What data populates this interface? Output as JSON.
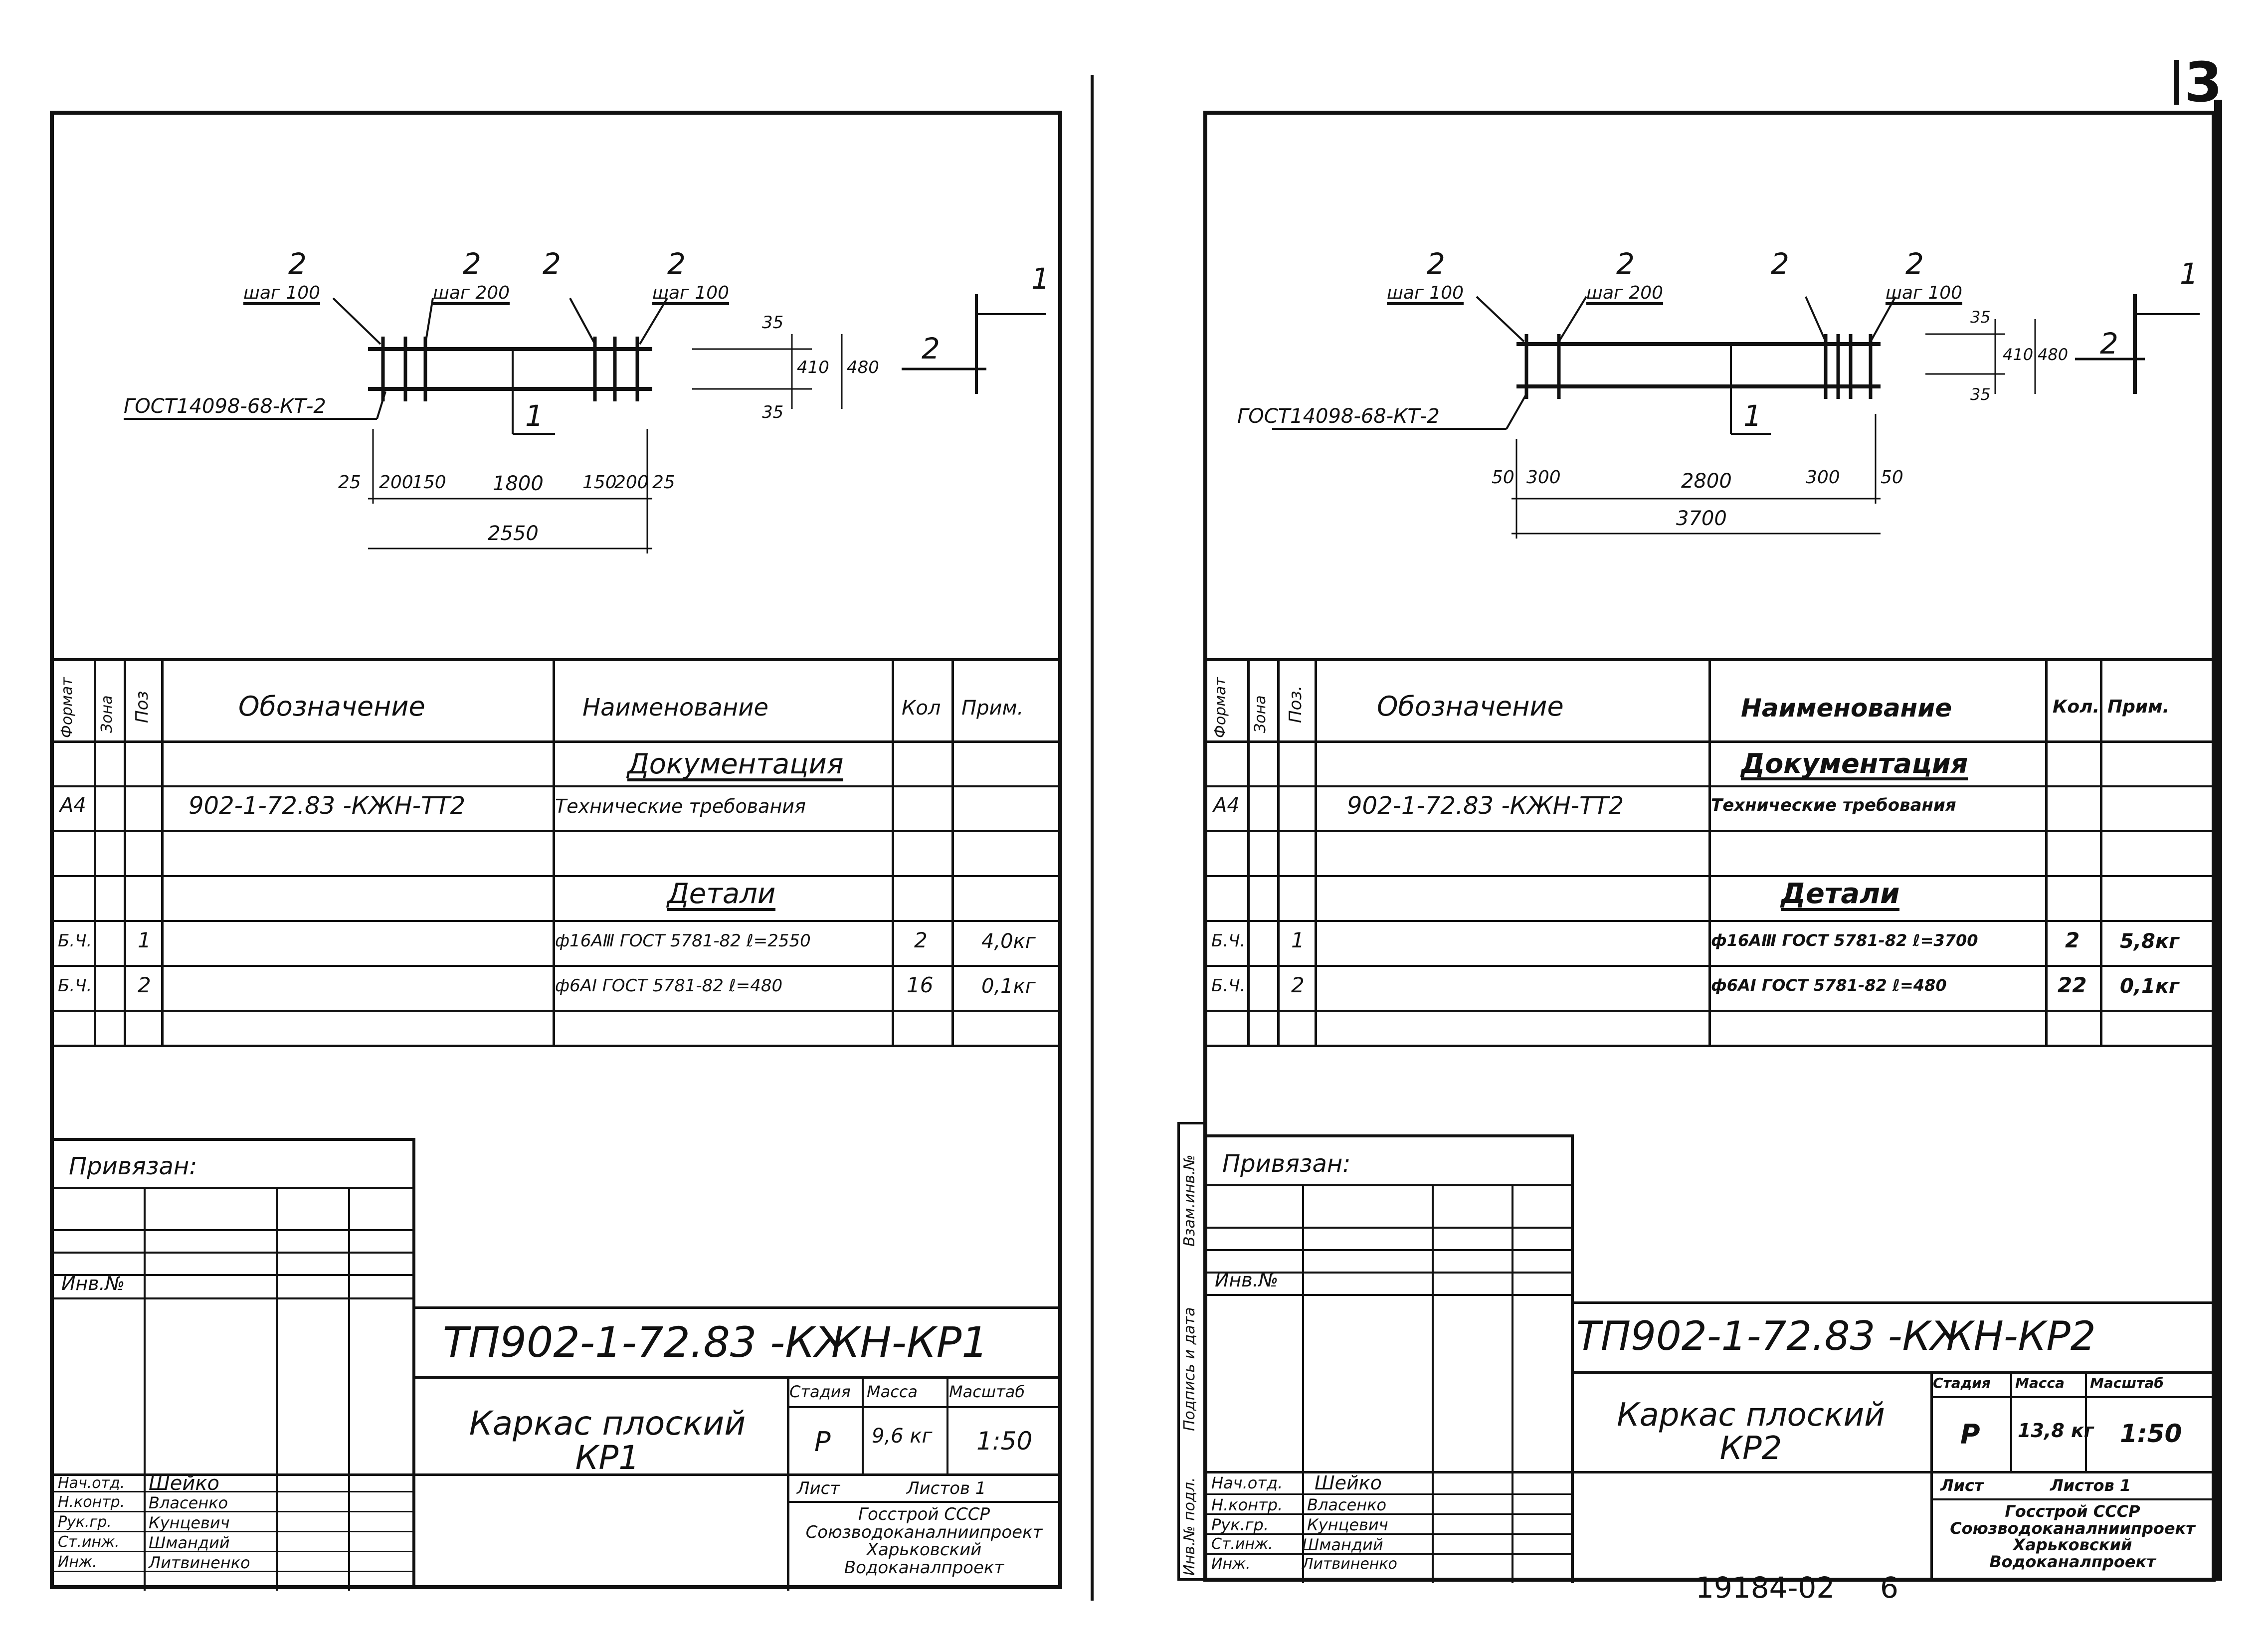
{
  "page_marks": {
    "page_number": "3",
    "bottom_code": "19184-02",
    "bottom_page": "6"
  },
  "sheets": [
    {
      "drawing": {
        "callouts": [
          {
            "pos": "2",
            "note": "шаг 100"
          },
          {
            "pos": "2",
            "note": "шаг 200"
          },
          {
            "pos": "2",
            "note": ""
          },
          {
            "pos": "2",
            "note": "шаг 100"
          }
        ],
        "gost_label": "ГОСТ14098-68-КТ-2",
        "pos_bar": "1",
        "dims_bottom": [
          "25",
          "200",
          "150",
          "1800",
          "150",
          "200",
          "25"
        ],
        "overall": "2550",
        "section_dims": [
          "35",
          "410",
          "35",
          "480"
        ],
        "section_pos": [
          "1",
          "2"
        ]
      },
      "spec": {
        "headers": {
          "format": "Формат",
          "zone": "Зона",
          "pos": "Поз",
          "designation": "Обозначение",
          "name": "Наименование",
          "qty": "Кол",
          "note": "Прим."
        },
        "rows": [
          {
            "format": "",
            "pos": "",
            "designation": "",
            "name": "Документация",
            "qty": "",
            "note": ""
          },
          {
            "format": "А4",
            "pos": "",
            "designation": "902-1-72.83 -КЖН-ТТ2",
            "name": "Технические требования",
            "qty": "",
            "note": ""
          },
          {
            "format": "",
            "pos": "",
            "designation": "",
            "name": "",
            "qty": "",
            "note": ""
          },
          {
            "format": "",
            "pos": "",
            "designation": "",
            "name": "Детали",
            "qty": "",
            "note": ""
          },
          {
            "format": "Б.Ч.",
            "pos": "1",
            "designation": "",
            "name": "ф16АⅢ ГОСТ 5781-82 ℓ=2550",
            "qty": "2",
            "note": "4,0кг"
          },
          {
            "format": "Б.Ч.",
            "pos": "2",
            "designation": "",
            "name": "ф6АI ГОСТ 5781-82 ℓ=480",
            "qty": "16",
            "note": "0,1кг"
          },
          {
            "format": "",
            "pos": "",
            "designation": "",
            "name": "",
            "qty": "",
            "note": ""
          }
        ]
      },
      "binding": {
        "privyazan": "Привязан:",
        "inv_no": "Инв.№"
      },
      "stamp": {
        "code": "ТП902-1-72.83 -КЖН-КР1",
        "title": "Каркас плоский\nКР1",
        "stage_label": "Стадия",
        "mass_label": "Масса",
        "scale_label": "Масштаб",
        "stage": "Р",
        "mass": "9,6 кг",
        "scale": "1:50",
        "sheet_label": "Лист",
        "sheets_label": "Листов 1",
        "org": "Госстрой СССР\nСоюзводоканалниипроект\nХарьковский\nВодоканалпроект",
        "people": [
          {
            "role": "Нач.отд.",
            "name": "Шейко"
          },
          {
            "role": "Н.контр.",
            "name": "Власенко"
          },
          {
            "role": "Рук.гр.",
            "name": "Кунцевич"
          },
          {
            "role": "Ст.инж.",
            "name": "Шмандий"
          },
          {
            "role": "Инж.",
            "name": "Литвиненко"
          }
        ]
      }
    },
    {
      "drawing": {
        "callouts": [
          {
            "pos": "2",
            "note": "шаг 100"
          },
          {
            "pos": "2",
            "note": "шаг 200"
          },
          {
            "pos": "2",
            "note": ""
          },
          {
            "pos": "2",
            "note": "шаг 100"
          }
        ],
        "gost_label": "ГОСТ14098-68-КТ-2",
        "pos_bar": "1",
        "dims_bottom": [
          "50",
          "300",
          "2800",
          "300",
          "50"
        ],
        "overall": "3700",
        "section_dims": [
          "35",
          "410",
          "35",
          "480"
        ],
        "section_pos": [
          "1",
          "2"
        ]
      },
      "spec": {
        "headers": {
          "format": "Формат",
          "zone": "Зона",
          "pos": "Поз.",
          "designation": "Обозначение",
          "name": "Наименование",
          "qty": "Кол.",
          "note": "Прим."
        },
        "rows": [
          {
            "format": "",
            "pos": "",
            "designation": "",
            "name": "Документация",
            "qty": "",
            "note": ""
          },
          {
            "format": "А4",
            "pos": "",
            "designation": "902-1-72.83 -КЖН-ТТ2",
            "name": "Технические требования",
            "qty": "",
            "note": ""
          },
          {
            "format": "",
            "pos": "",
            "designation": "",
            "name": "",
            "qty": "",
            "note": ""
          },
          {
            "format": "",
            "pos": "",
            "designation": "",
            "name": "Детали",
            "qty": "",
            "note": ""
          },
          {
            "format": "Б.Ч.",
            "pos": "1",
            "designation": "",
            "name": "ф16АⅢ ГОСТ 5781-82 ℓ=3700",
            "qty": "2",
            "note": "5,8кг"
          },
          {
            "format": "Б.Ч.",
            "pos": "2",
            "designation": "",
            "name": "ф6АI ГОСТ 5781-82 ℓ=480",
            "qty": "22",
            "note": "0,1кг"
          },
          {
            "format": "",
            "pos": "",
            "designation": "",
            "name": "",
            "qty": "",
            "note": ""
          }
        ]
      },
      "binding": {
        "privyazan": "Привязан:",
        "inv_no": "Инв.№"
      },
      "sidebar": [
        "Инв.№ подл.",
        "Подпись и дата",
        "Взам.инв.№"
      ],
      "stamp": {
        "code": "ТП902-1-72.83 -КЖН-КР2",
        "title": "Каркас плоский\nКР2",
        "stage_label": "Стадия",
        "mass_label": "Масса",
        "scale_label": "Масштаб",
        "stage": "Р",
        "mass": "13,8 кг",
        "scale": "1:50",
        "sheet_label": "Лист",
        "sheets_label": "Листов 1",
        "org": "Госстрой СССР\nСоюзводоканалниипроект\nХарьковский\nВодоканалпроект",
        "people": [
          {
            "role": "Нач.отд.",
            "name": "Шейко"
          },
          {
            "role": "Н.контр.",
            "name": "Власенко"
          },
          {
            "role": "Рук.гр.",
            "name": "Кунцевич"
          },
          {
            "role": "Ст.инж.",
            "name": "Шмандий"
          },
          {
            "role": "Инж.",
            "name": "Литвиненко"
          }
        ]
      }
    }
  ]
}
